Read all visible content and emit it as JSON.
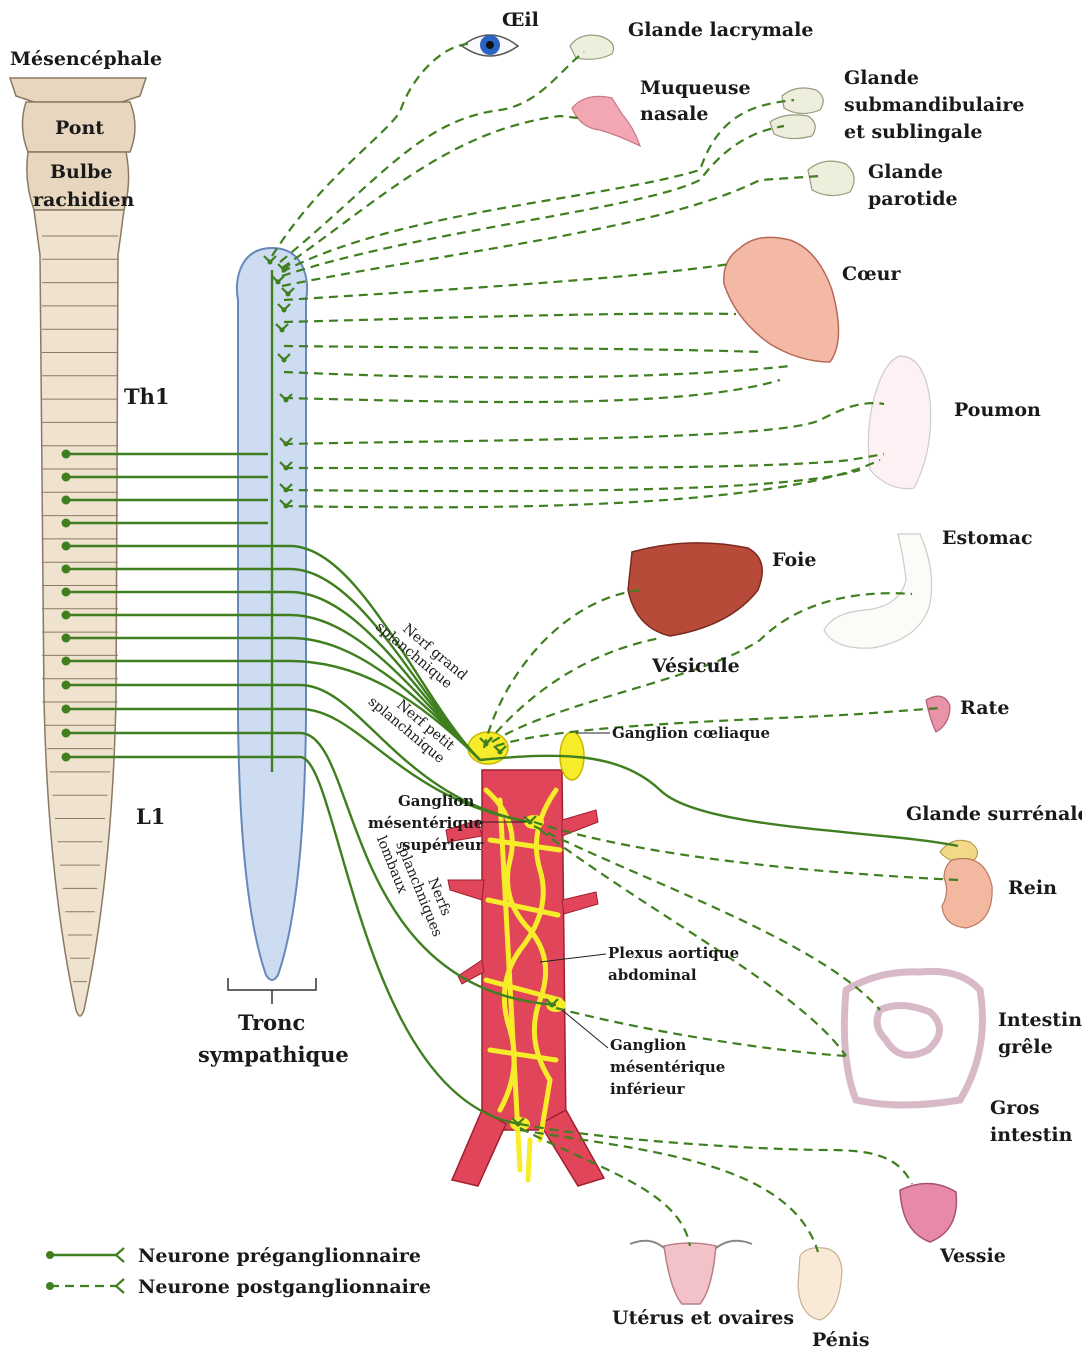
{
  "cns": {
    "mesencephale": "Mésencéphale",
    "pont": "Pont",
    "bulbe_line1": "Bulbe",
    "bulbe_line2": "rachidien",
    "th1": "Th1",
    "l1": "L1"
  },
  "trunk": {
    "line1": "Tronc",
    "line2": "sympathique"
  },
  "nerves": {
    "grand_line1": "Nerf grand",
    "grand_line2": "splanchnique",
    "petit_line1": "Nerf petit",
    "petit_line2": "splanchnique",
    "lombaux_line1": "Nerfs",
    "lombaux_line2": "splanchniques",
    "lombaux_line3": "lombaux"
  },
  "ganglia": {
    "coeliaque": "Ganglion cœliaque",
    "mes_sup_line1": "Ganglion",
    "mes_sup_line2": "mésentérique",
    "mes_sup_line3": "supérieur",
    "plexus_line1": "Plexus aortique",
    "plexus_line2": "abdominal",
    "mes_inf_line1": "Ganglion",
    "mes_inf_line2": "mésentérique",
    "mes_inf_line3": "inférieur"
  },
  "organs": {
    "oeil": "Œil",
    "lacrymale": "Glande lacrymale",
    "muqueuse_line1": "Muqueuse",
    "muqueuse_line2": "nasale",
    "submandibulaire_line1": "Glande",
    "submandibulaire_line2": "submandibulaire",
    "submandibulaire_line3": "et sublingale",
    "parotide_line1": "Glande",
    "parotide_line2": "parotide",
    "coeur": "Cœur",
    "poumon": "Poumon",
    "estomac": "Estomac",
    "foie": "Foie",
    "vesicule": "Vésicule",
    "rate": "Rate",
    "surrenale": "Glande surrénale",
    "rein": "Rein",
    "intestin_grele_line1": "Intestin",
    "intestin_grele_line2": "grêle",
    "gros_intestin_line1": "Gros",
    "gros_intestin_line2": "intestin",
    "vessie": "Vessie",
    "uterus": "Utérus et ovaires",
    "penis": "Pénis"
  },
  "legend": {
    "pre": "Neurone préganglionnaire",
    "post": "Neurone postganglionnaire"
  },
  "colors": {
    "nerve_green": "#3f7f1f",
    "cord": "#efe2cf",
    "trunk_blue": "#cddcf1",
    "aorta_red": "#e0455a",
    "plexus_yellow": "#f6ec2a"
  }
}
